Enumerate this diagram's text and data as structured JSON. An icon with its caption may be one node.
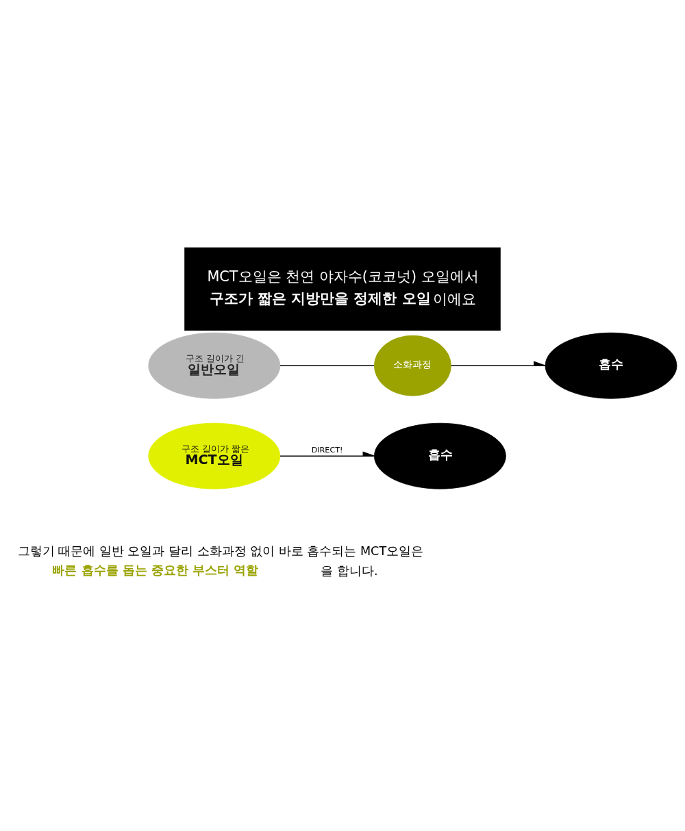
{
  "diagram": {
    "title": "MCT오일은 천연 야자수(코코넛) 오일에서 **구조가 짧은 지방만을 정제한 오일**이에요",
    "caption": "그렇기 때문에 일반 오일과 달리 소화과정 없이 바로 흡수되는 MCT오일은 **빠른 흡수를 돕는 중요한 부스터 역할**을 합니다.",
    "nodes": [
      {
        "text": [
          "구조 길이가 긴",
          "일반오일"
        ]
      },
      {
        "text": [
          "소화과정"
        ]
      },
      {
        "text": [
          "흡수"
        ]
      },
      {
        "text": [
          "구조 길이가 짧은",
          "MCT오일"
        ]
      },
      {
        "text": [
          "흡수"
        ]
      }
    ],
    "edges": [
      {
        "from": 0,
        "to": 1,
        "arrow": "none"
      },
      {
        "from": 1,
        "to": 2,
        "arrow": "to"
      },
      {
        "from": 3,
        "to": 4,
        "arrow": "to",
        "label": "DIRECT!"
      }
    ]
  }
}
